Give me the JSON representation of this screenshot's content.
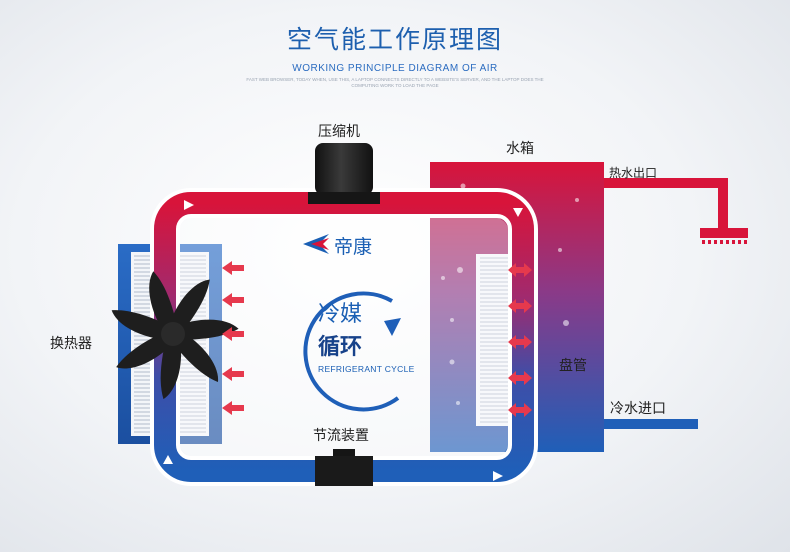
{
  "header": {
    "title": "空气能工作原理图",
    "subtitle": "WORKING PRINCIPLE DIAGRAM OF AIR",
    "fine_print_line1": "FAST WEB BROWSER, TODAY WHEN, USE THIS, A LAPTOP CONNECTS DIRECTLY TO A WEBSITE'S SERVER, AND THE LAPTOP DOES THE",
    "fine_print_line2": "COMPUTING WORK TO LOAD THE PAGE"
  },
  "labels": {
    "compressor": "压缩机",
    "water_tank": "水箱",
    "hot_water_outlet": "热水出口",
    "heat_exchanger": "换热器",
    "coil": "盘管",
    "cold_water_inlet": "冷水进口",
    "throttle_device": "节流装置"
  },
  "brand": {
    "name": "帝康"
  },
  "center": {
    "line1": "冷媒",
    "line2": "循环",
    "english": "REFRIGERANT CYCLE"
  },
  "colors": {
    "hot_red": "#d8143a",
    "cold_blue": "#1f5fb8",
    "title_blue": "#1d5fae",
    "dark": "#1a1a1a"
  }
}
